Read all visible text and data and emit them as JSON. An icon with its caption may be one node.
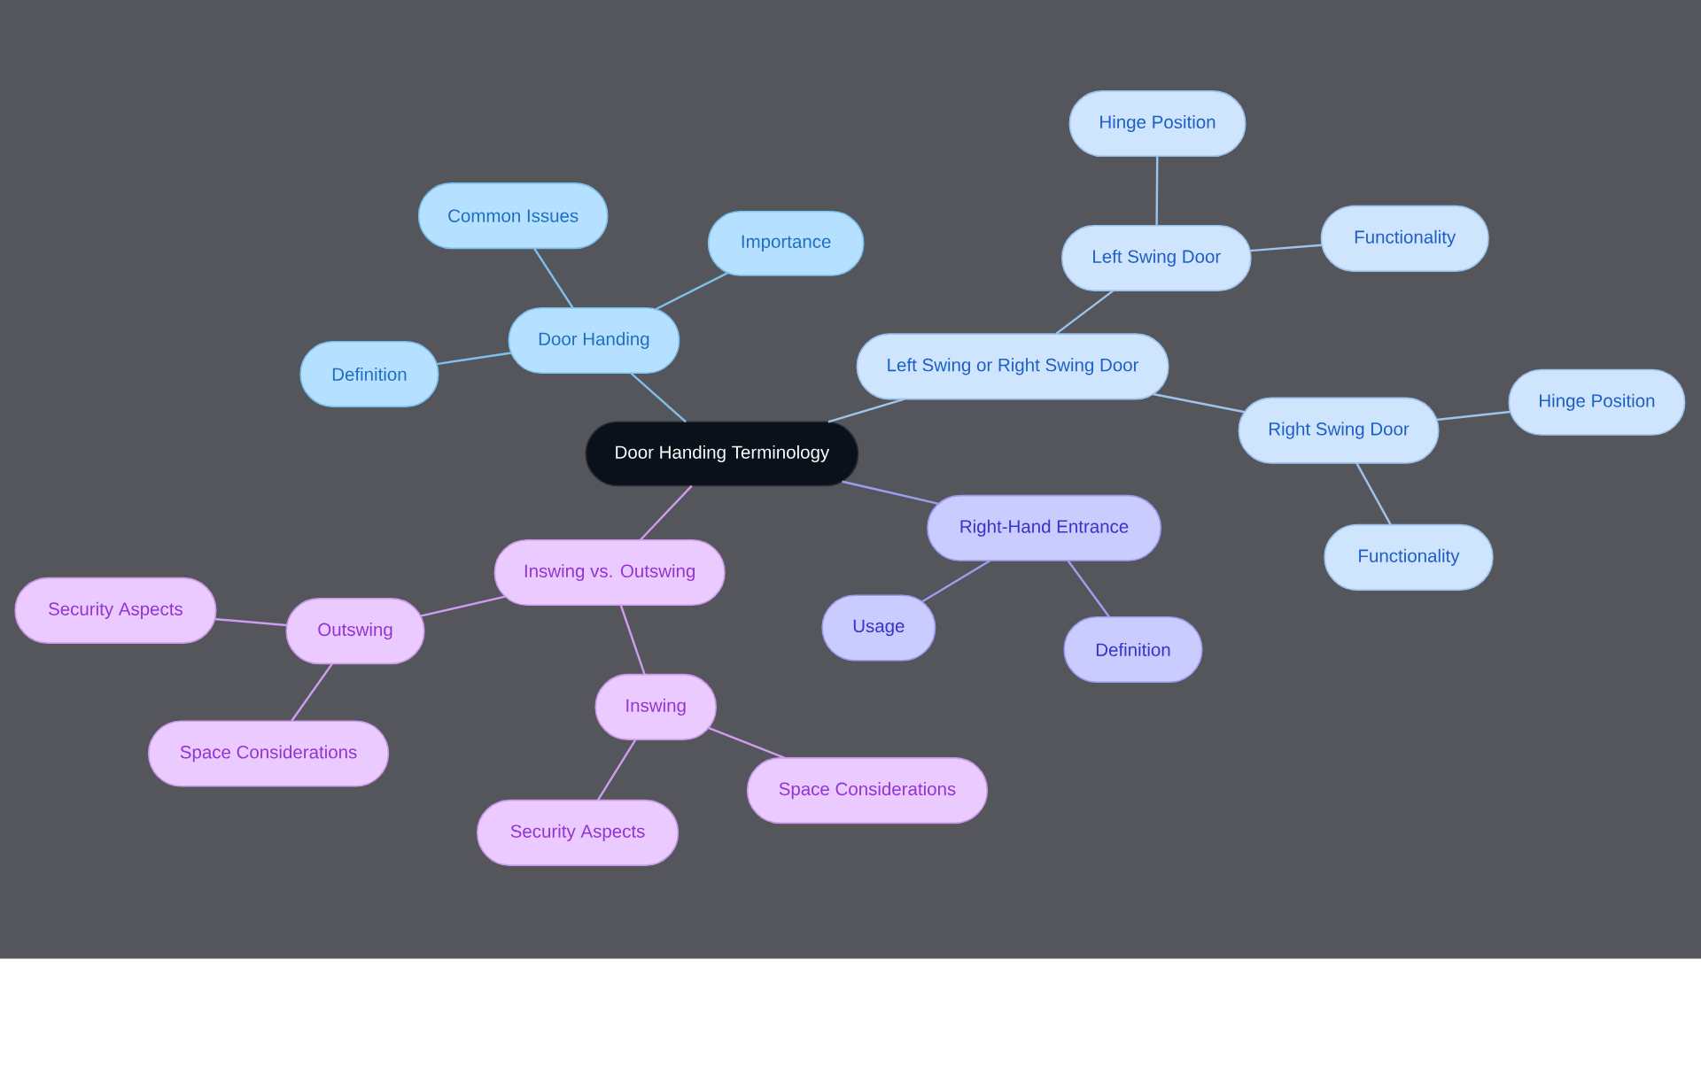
{
  "diagram": {
    "nodes": [
      {
        "text": [
          "Door Handing Terminology"
        ]
      },
      {
        "text": [
          "Door Handing"
        ]
      },
      {
        "text": [
          "Common Issues"
        ]
      },
      {
        "text": [
          "Importance"
        ]
      },
      {
        "text": [
          "Definition"
        ]
      },
      {
        "text": [
          "Left Swing or Right Swing Door"
        ]
      },
      {
        "text": [
          "Left Swing Door"
        ]
      },
      {
        "text": [
          "Hinge Position"
        ]
      },
      {
        "text": [
          "Functionality"
        ]
      },
      {
        "text": [
          "Right Swing Door"
        ]
      },
      {
        "text": [
          "Hinge Position"
        ]
      },
      {
        "text": [
          "Functionality"
        ]
      },
      {
        "text": [
          "Right-Hand Entrance"
        ]
      },
      {
        "text": [
          "Usage"
        ]
      },
      {
        "text": [
          "Definition"
        ]
      },
      {
        "text": [
          "Inswing vs. Outswing"
        ]
      },
      {
        "text": [
          "Outswing"
        ]
      },
      {
        "text": [
          "Security Aspects"
        ]
      },
      {
        "text": [
          "Space Considerations"
        ]
      },
      {
        "text": [
          "Inswing"
        ]
      },
      {
        "text": [
          "Security Aspects"
        ]
      },
      {
        "text": [
          "Space Considerations"
        ]
      }
    ],
    "edges": [
      {
        "from": 0,
        "to": 1,
        "arrow": "none",
        "color": "#7fbfee"
      },
      {
        "from": 1,
        "to": 2,
        "arrow": "none",
        "color": "#7fbfee"
      },
      {
        "from": 1,
        "to": 3,
        "arrow": "none",
        "color": "#7fbfee"
      },
      {
        "from": 1,
        "to": 4,
        "arrow": "none",
        "color": "#7fbfee"
      },
      {
        "from": 0,
        "to": 5,
        "arrow": "none",
        "color": "#9ec4ee"
      },
      {
        "from": 5,
        "to": 6,
        "arrow": "none",
        "color": "#9ec4ee"
      },
      {
        "from": 6,
        "to": 7,
        "arrow": "none",
        "color": "#9ec4ee"
      },
      {
        "from": 6,
        "to": 8,
        "arrow": "none",
        "color": "#9ec4ee"
      },
      {
        "from": 5,
        "to": 9,
        "arrow": "none",
        "color": "#9ec4ee"
      },
      {
        "from": 9,
        "to": 10,
        "arrow": "none",
        "color": "#9ec4ee"
      },
      {
        "from": 9,
        "to": 11,
        "arrow": "none",
        "color": "#9ec4ee"
      },
      {
        "from": 0,
        "to": 12,
        "arrow": "none",
        "color": "#9c9ef0"
      },
      {
        "from": 12,
        "to": 13,
        "arrow": "none",
        "color": "#9c9ef0"
      },
      {
        "from": 12,
        "to": 14,
        "arrow": "none",
        "color": "#9c9ef0"
      },
      {
        "from": 0,
        "to": 15,
        "arrow": "none",
        "color": "#cf9cf0"
      },
      {
        "from": 15,
        "to": 16,
        "arrow": "none",
        "color": "#cf9cf0"
      },
      {
        "from": 16,
        "to": 17,
        "arrow": "none",
        "color": "#cf9cf0"
      },
      {
        "from": 16,
        "to": 18,
        "arrow": "none",
        "color": "#cf9cf0"
      },
      {
        "from": 15,
        "to": 19,
        "arrow": "none",
        "color": "#cf9cf0"
      },
      {
        "from": 19,
        "to": 20,
        "arrow": "none",
        "color": "#cf9cf0"
      },
      {
        "from": 19,
        "to": 21,
        "arrow": "none",
        "color": "#cf9cf0"
      }
    ]
  }
}
